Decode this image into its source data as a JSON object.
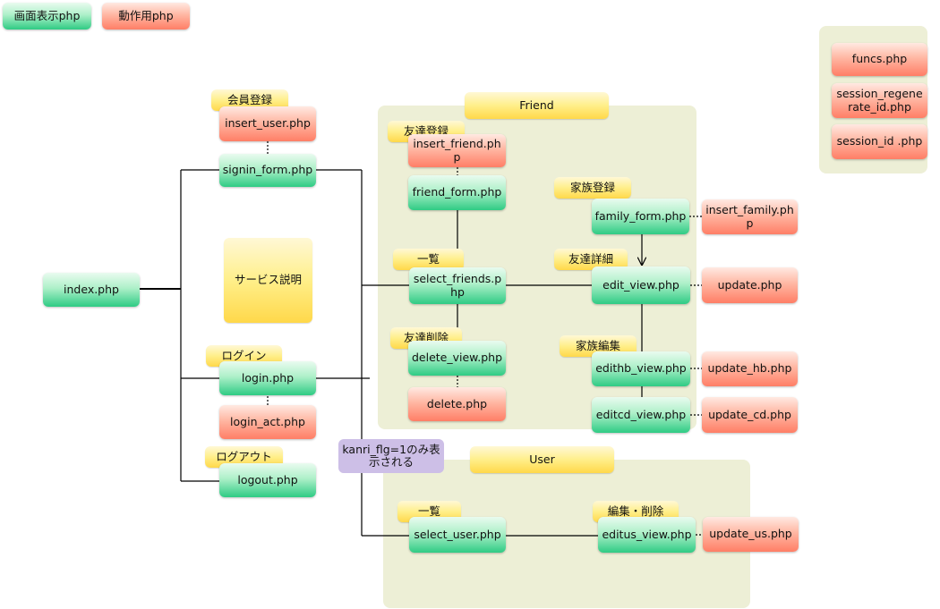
{
  "legend": {
    "screen": "画面表示php",
    "action": "動作用php"
  },
  "common_files": {
    "funcs": "funcs.php",
    "session_regen": "session_regenerate_id.php",
    "session_id": "session_id .php"
  },
  "top": {
    "index": "index.php",
    "service": "サービス説明",
    "member_reg_label": "会員登録",
    "insert_user": "insert_user.php",
    "signin_form": "signin_form.php",
    "login_label": "ログイン",
    "login": "login.php",
    "login_act": "login_act.php",
    "logout_label": "ログアウト",
    "logout": "logout.php",
    "admin_note": "kanri_flg=1のみ表示される"
  },
  "friend": {
    "title": "Friend",
    "friend_reg_label": "友達登録",
    "insert_friend": "insert_friend.php",
    "friend_form": "friend_form.php",
    "list_label": "一覧",
    "select_friends": "select_friends.php",
    "delete_label": "友達削除",
    "delete_view": "delete_view.php",
    "delete": "delete.php",
    "family_reg_label": "家族登録",
    "family_form": "family_form.php",
    "insert_family": "insert_family.php",
    "detail_label": "友達詳細",
    "edit_view": "edit_view.php",
    "update": "update.php",
    "family_edit_label": "家族編集",
    "edithb_view": "edithb_view.php",
    "update_hb": "update_hb.php",
    "editcd_view": "editcd_view.php",
    "update_cd": "update_cd.php"
  },
  "user": {
    "title": "User",
    "list_label": "一覧",
    "select_user": "select_user.php",
    "edit_label": "編集・削除",
    "editus_view": "editus_view.php",
    "update_us": "update_us.php"
  }
}
